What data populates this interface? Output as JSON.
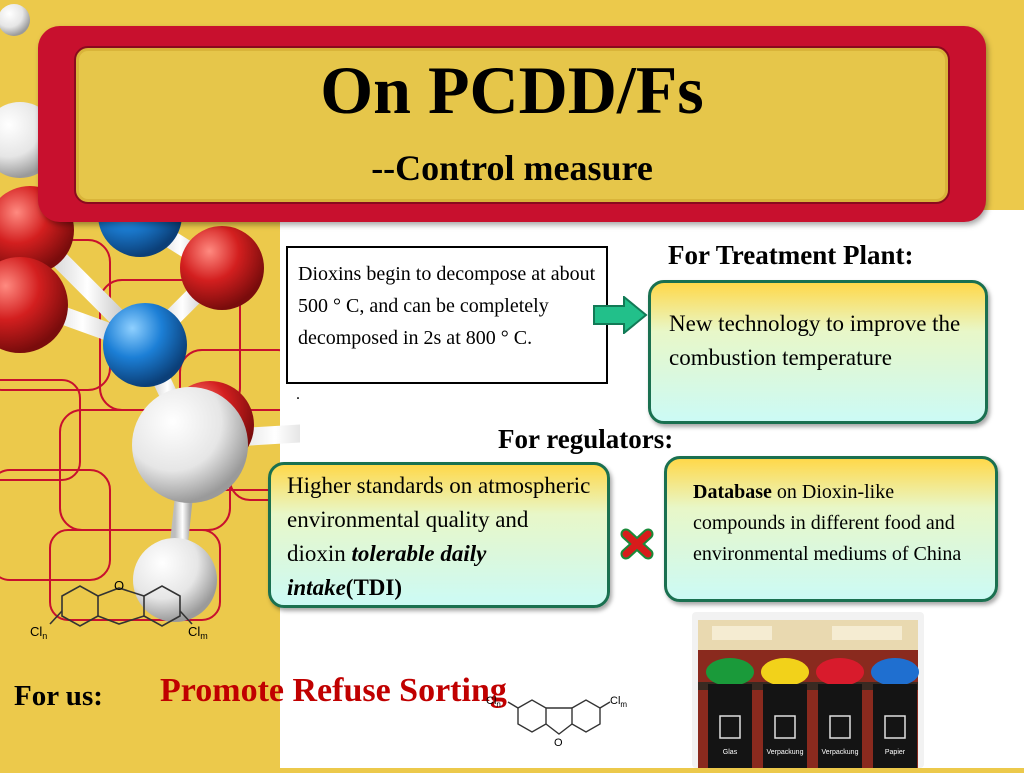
{
  "slide": {
    "title": "On PCDD/Fs",
    "subtitle": "--Control measure"
  },
  "fact_box": {
    "text": "Dioxins begin to decompose at about 500 ° C, and can be completely decomposed in 2s at 800 ° C.",
    "trailing": "."
  },
  "plant": {
    "heading": "For Treatment Plant:",
    "text": "New technology to improve the combustion temperature"
  },
  "regulators": {
    "heading": "For regulators:",
    "standards_prefix": "Higher standards on atmospheric environmental quality and dioxin ",
    "standards_italic": "tolerable daily intake",
    "standards_suffix": "(TDI)",
    "db_bold": "Database",
    "db_text": " on Dioxin-like compounds in different food and environmental mediums of China"
  },
  "us": {
    "label": "For us:",
    "action": "Promote Refuse Sorting"
  },
  "structures": {
    "pcdd": {
      "o": "O",
      "cln": "Cl",
      "cln_sub": "n",
      "clm": "Cl",
      "clm_sub": "m"
    },
    "pcdf": {
      "o": "O",
      "cln": "Cl",
      "cln_sub": "n",
      "clm": "Cl",
      "clm_sub": "m"
    }
  },
  "photo": {
    "bin_labels": [
      "Glas",
      "Verpackung",
      "Verpackung",
      "Papier"
    ],
    "lid_colors": [
      "#1a9a3a",
      "#f2d21a",
      "#d81b2c",
      "#1f6fd0"
    ]
  },
  "colors": {
    "background": "#ecc94b",
    "banner_red": "#c8102e",
    "box_border": "#1a7050",
    "accent_red": "#c00000",
    "arrow": "#22c08a"
  },
  "icons": {
    "arrow": "right-arrow-icon",
    "cross": "cross-icon"
  }
}
